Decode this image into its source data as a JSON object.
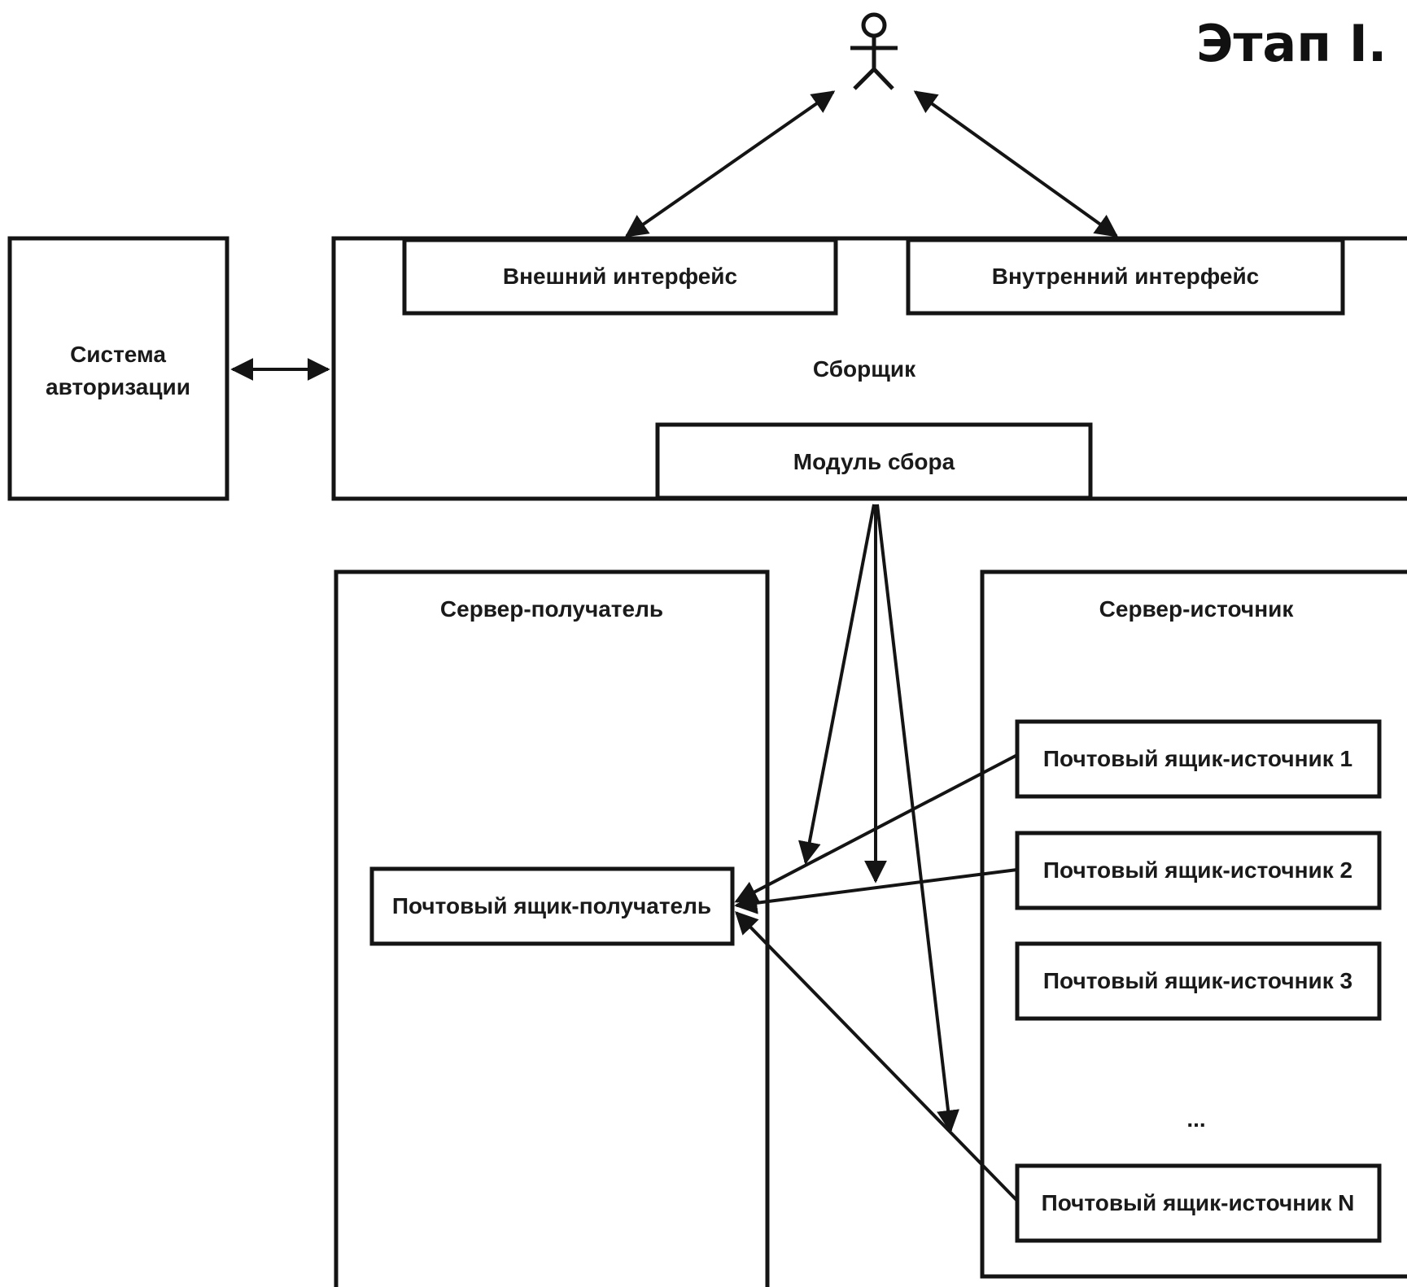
{
  "slide": {
    "title": "Этап I. I"
  },
  "diagram": {
    "actor_icon": "stick-figure-user-icon",
    "nodes": {
      "auth_system": {
        "line1": "Система",
        "line2": "авторизации"
      },
      "collector": {
        "label": "Сборщик"
      },
      "external_interface": {
        "label": "Внешний интерфейс"
      },
      "internal_interface": {
        "label": "Внутренний интерфейс"
      },
      "collection_module": {
        "label": "Модуль сбора"
      },
      "receiver_server": {
        "label": "Сервер-получатель"
      },
      "receiver_mailbox": {
        "label": "Почтовый ящик-получатель"
      },
      "source_server": {
        "label": "Сервер-источник"
      },
      "source_mailboxes": [
        {
          "label": "Почтовый ящик-источник 1"
        },
        {
          "label": "Почтовый ящик-источник 2"
        },
        {
          "label": "Почтовый ящик-источник 3"
        }
      ],
      "ellipsis": {
        "label": "..."
      },
      "source_mailbox_n": {
        "label": "Почтовый ящик-источник N"
      }
    },
    "colors": {
      "line": "#141414",
      "background": "#ffffff"
    }
  }
}
